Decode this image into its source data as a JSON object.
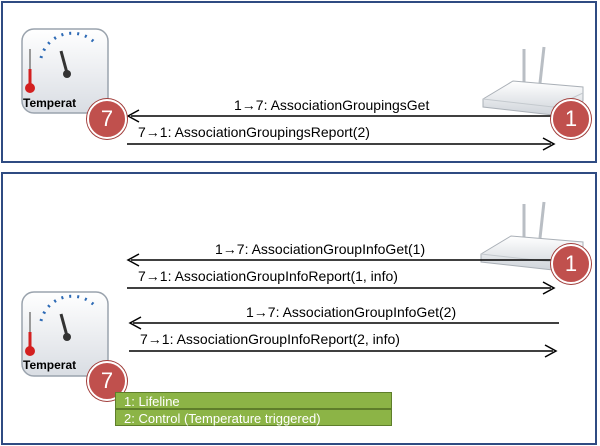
{
  "top_panel": {
    "thermostat_label": "Temperat",
    "thermostat_node": "7",
    "controller_node": "1",
    "messages": [
      "1→7: AssociationGroupingsGet",
      "7→1: AssociationGroupingsReport(2)"
    ]
  },
  "bottom_panel": {
    "thermostat_label": "Temperat",
    "thermostat_node": "7",
    "controller_node": "1",
    "messages": [
      "1→7: AssociationGroupInfoGet(1)",
      "7→1: AssociationGroupInfoReport(1, info)",
      "1→7: AssociationGroupInfoGet(2)",
      "7→1: AssociationGroupInfoReport(2, info)"
    ],
    "groups": [
      "1: Lifeline",
      "2: Control (Temperature triggered)"
    ]
  },
  "colors": {
    "panel_border": "#2f4b82",
    "badge": "#c0504d",
    "group_box": "#8cb446"
  },
  "icons": [
    "thermostat-gauge-icon",
    "router-icon"
  ]
}
